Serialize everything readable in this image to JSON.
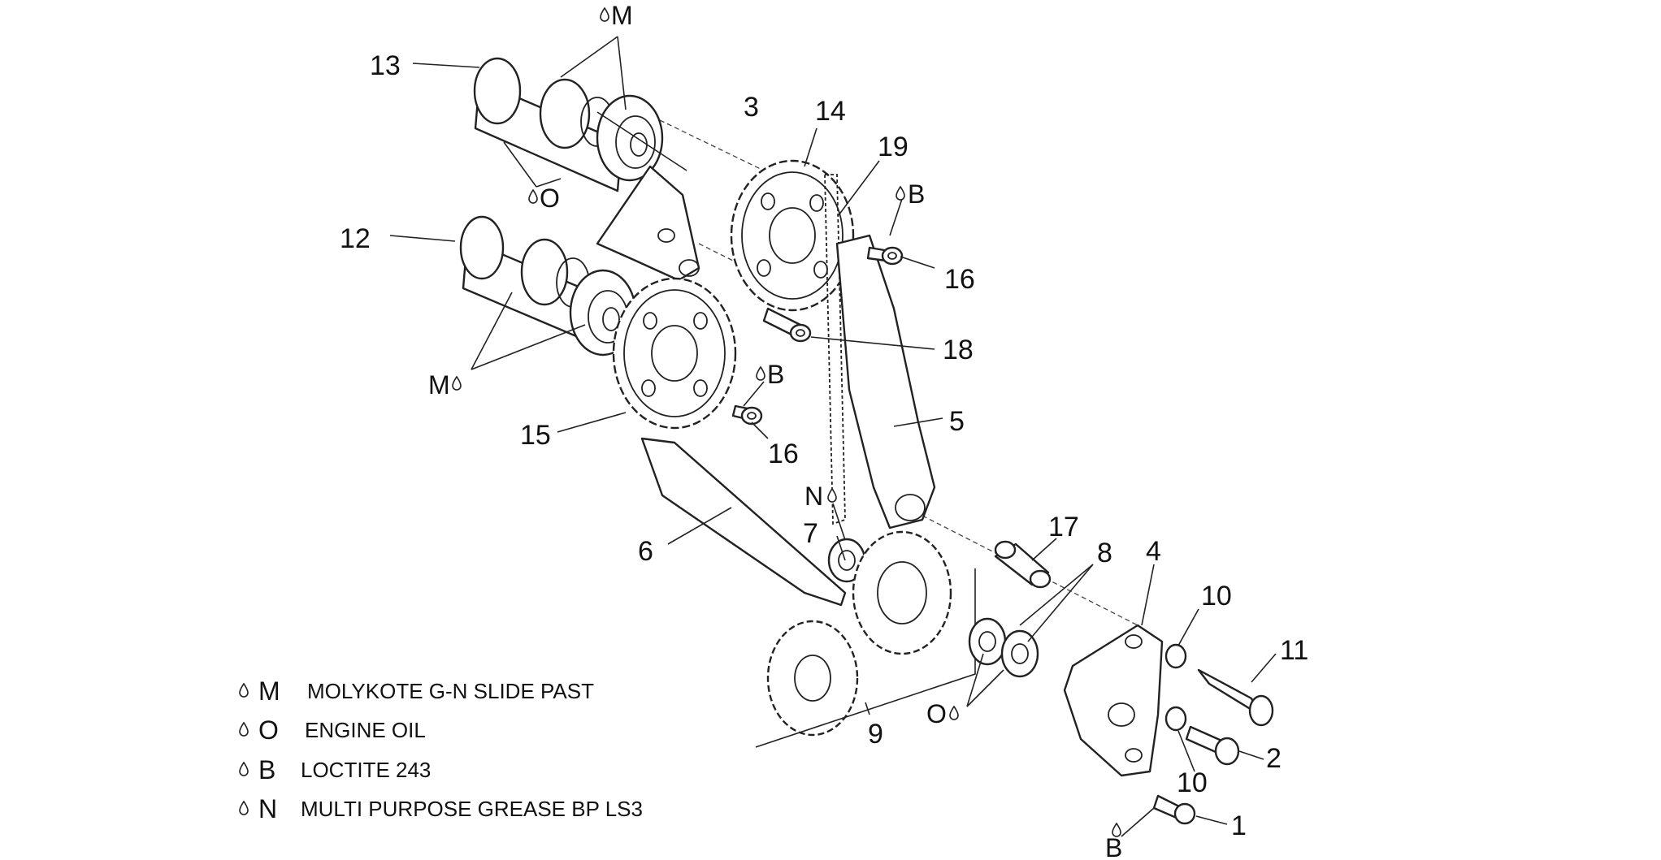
{
  "callouts": {
    "c1": "1",
    "c2": "2",
    "c3": "3",
    "c4": "4",
    "c5": "5",
    "c6": "6",
    "c7": "7",
    "c8": "8",
    "c9": "9",
    "c10a": "10",
    "c10b": "10",
    "c11": "11",
    "c12": "12",
    "c13": "13",
    "c14": "14",
    "c15": "15",
    "c16a": "16",
    "c16b": "16",
    "c17": "17",
    "c18": "18",
    "c19": "19"
  },
  "lube_marks": {
    "m_top": "M",
    "m_bottom": "M",
    "o_top": "O",
    "o_bottom": "O",
    "b_top": "B",
    "b_mid": "B",
    "b_bottom": "B",
    "n_mid": "N"
  },
  "legend": [
    {
      "key": "M",
      "text": "MOLYKOTE G-N SLIDE PAST"
    },
    {
      "key": "O",
      "text": "ENGINE OIL"
    },
    {
      "key": "B",
      "text": "LOCTITE 243"
    },
    {
      "key": "N",
      "text": "MULTI PURPOSE GREASE BP LS3"
    }
  ]
}
